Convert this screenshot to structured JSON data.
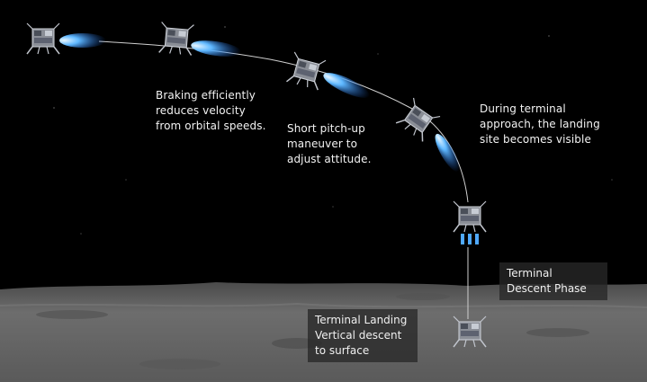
{
  "captions": {
    "braking": "Braking efficiently\nreduces velocity\nfrom orbital speeds.",
    "pitch": "Short pitch-up\nmaneuver to\nadjust attitude.",
    "terminal_approach": "During terminal\napproach, the landing\nsite becomes visible"
  },
  "labels": {
    "terminal_descent": "Terminal\nDescent Phase",
    "terminal_landing": "Terminal Landing\nVertical descent\nto surface"
  },
  "icons": {
    "lander": "lunar-lander-icon",
    "thrust": "engine-plume-icon"
  },
  "colors": {
    "sky": "#000000",
    "plume": "#3aa0ff",
    "trajectory": "#cfcfcf",
    "surface": "#6b6b6b"
  }
}
